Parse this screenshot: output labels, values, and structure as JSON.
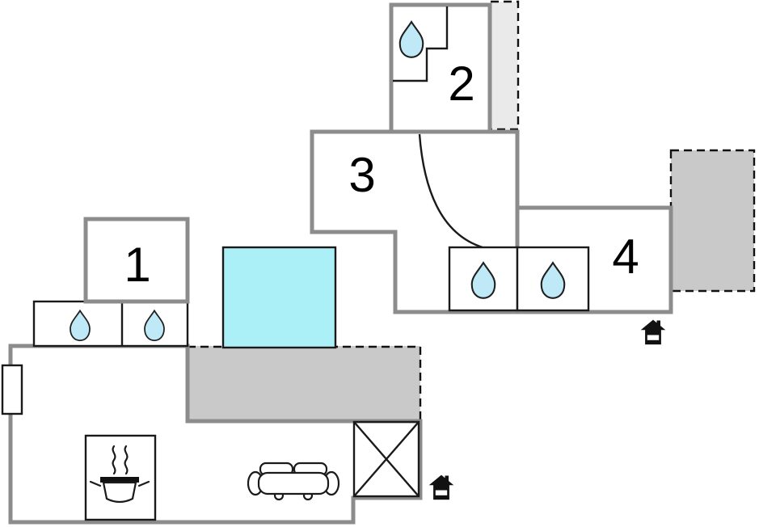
{
  "plan": {
    "type": "floor-plan",
    "rooms": [
      {
        "label": "1"
      },
      {
        "label": "2"
      },
      {
        "label": "3"
      },
      {
        "label": "4"
      }
    ],
    "features": {
      "water_drop_count": 5,
      "entrance_count": 2,
      "has_pool": true,
      "has_sofa": true,
      "has_stove": true,
      "has_cross_area": true
    },
    "colors": {
      "wall": "#8c8c8c",
      "line": "#1a1a1a",
      "terrace_fill": "#c9c9c9",
      "balcony_fill": "#eaeaea",
      "pool_fill": "#abf0f6",
      "drop_fill": "#bfe9f7"
    }
  }
}
